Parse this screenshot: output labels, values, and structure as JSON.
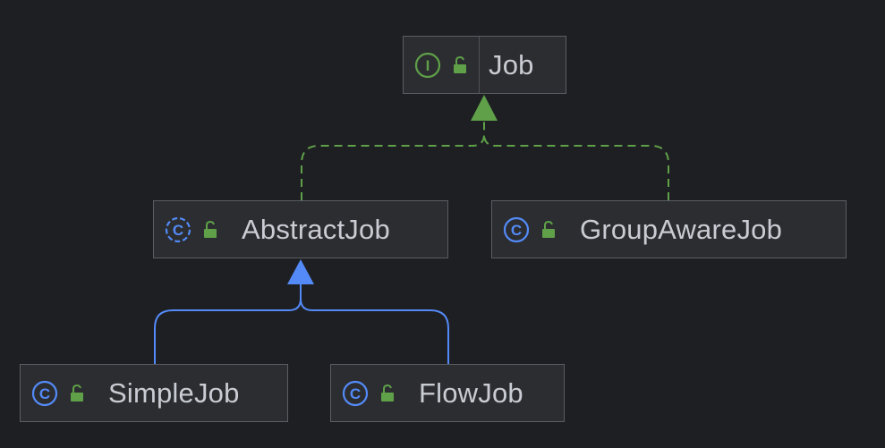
{
  "diagram": {
    "nodes": [
      {
        "id": "job",
        "kind": "interface",
        "icon_letter": "I",
        "icon": "interface-icon",
        "label": "Job"
      },
      {
        "id": "abstract-job",
        "kind": "abstract-class",
        "icon_letter": "C",
        "icon": "abstract-class-icon",
        "label": "AbstractJob"
      },
      {
        "id": "group-aware-job",
        "kind": "class",
        "icon_letter": "C",
        "icon": "class-icon",
        "label": "GroupAwareJob"
      },
      {
        "id": "simple-job",
        "kind": "class",
        "icon_letter": "C",
        "icon": "class-icon",
        "label": "SimpleJob"
      },
      {
        "id": "flow-job",
        "kind": "class",
        "icon_letter": "C",
        "icon": "class-icon",
        "label": "FlowJob"
      }
    ],
    "edges": [
      {
        "from": "abstract-job",
        "to": "job",
        "type": "implements"
      },
      {
        "from": "group-aware-job",
        "to": "job",
        "type": "implements"
      },
      {
        "from": "simple-job",
        "to": "abstract-job",
        "type": "extends"
      },
      {
        "from": "flow-job",
        "to": "abstract-job",
        "type": "extends"
      }
    ],
    "colors": {
      "background": "#1e1f22",
      "node_fill": "#2b2d30",
      "node_border": "#5a5d63",
      "label": "#c9ccd3",
      "interface_icon": "#5fa049",
      "class_icon": "#548af7",
      "lock": "#5fa049",
      "implements_edge": "#5fa049",
      "extends_edge": "#548af7"
    }
  }
}
